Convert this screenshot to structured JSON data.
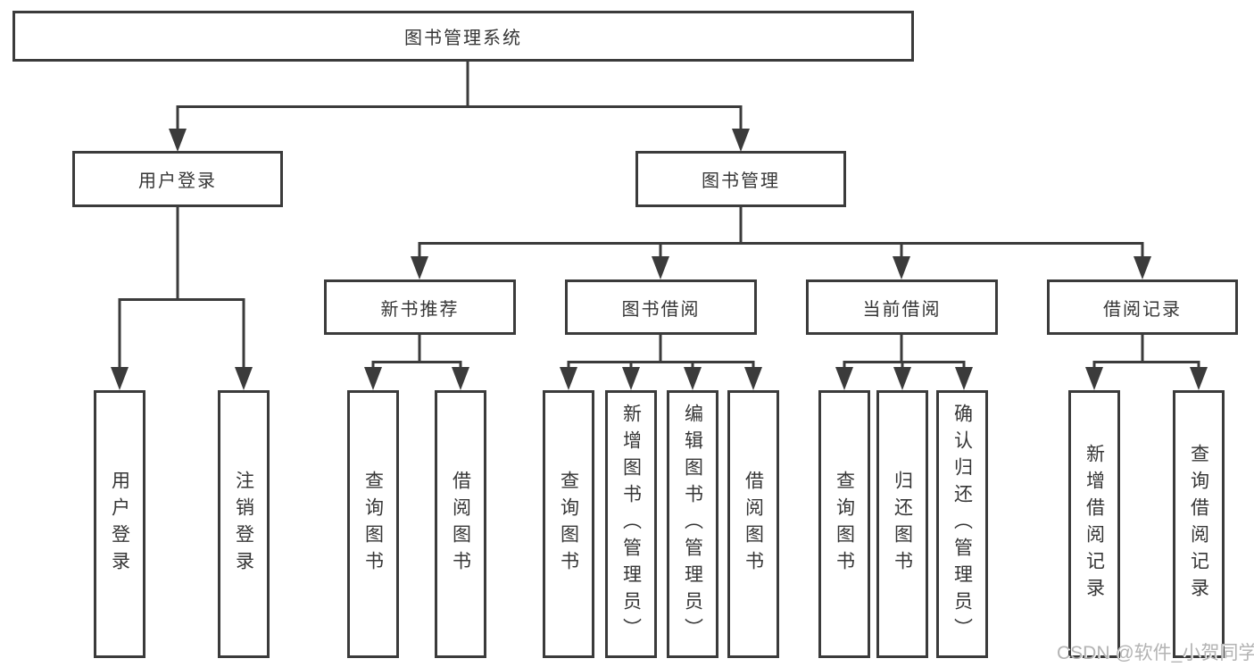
{
  "tree": {
    "root": {
      "label": "图书管理系统"
    },
    "branches": [
      {
        "label": "用户登录",
        "children": [
          {
            "label": "用户登录"
          },
          {
            "label": "注销登录"
          }
        ]
      },
      {
        "label": "图书管理",
        "children": [
          {
            "label": "新书推荐",
            "children": [
              {
                "label": "查询图书"
              },
              {
                "label": "借阅图书"
              }
            ]
          },
          {
            "label": "图书借阅",
            "children": [
              {
                "label": "查询图书"
              },
              {
                "label": "新增图书（管理员）"
              },
              {
                "label": "编辑图书（管理员）"
              },
              {
                "label": "借阅图书"
              }
            ]
          },
          {
            "label": "当前借阅",
            "children": [
              {
                "label": "查询图书"
              },
              {
                "label": "归还图书"
              },
              {
                "label": "确认归还（管理员）"
              }
            ]
          },
          {
            "label": "借阅记录",
            "children": [
              {
                "label": "新增借阅记录"
              },
              {
                "label": "查询借阅记录"
              }
            ]
          }
        ]
      }
    ]
  },
  "watermark": {
    "text": "CSDN @软件_小贺同学"
  },
  "style": {
    "line_color": "#3b3b3b",
    "text_color": "#363636",
    "watermark_color": "#b3b3b3"
  }
}
